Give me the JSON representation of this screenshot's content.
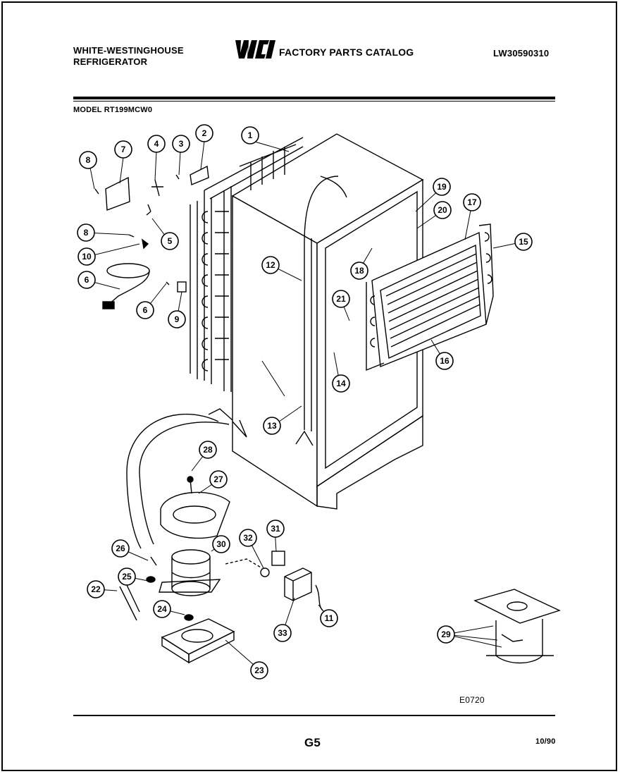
{
  "header": {
    "brand_line1": "WHITE-WESTINGHOUSE",
    "brand_line2": "REFRIGERATOR",
    "catalog_title": "FACTORY PARTS CATALOG",
    "logo_text": "WCI",
    "document_number": "LW30590310"
  },
  "model_label": "MODEL RT199MCW0",
  "callouts": [
    "1",
    "2",
    "3",
    "4",
    "5",
    "6",
    "6",
    "7",
    "8",
    "8",
    "9",
    "10",
    "11",
    "12",
    "13",
    "14",
    "15",
    "16",
    "17",
    "18",
    "19",
    "20",
    "21",
    "22",
    "23",
    "24",
    "25",
    "26",
    "27",
    "28",
    "29",
    "30",
    "31",
    "32",
    "33"
  ],
  "footer": {
    "figure_ref": "E0720",
    "page_number": "G5",
    "date": "10/90"
  },
  "colors": {
    "ink": "#000000",
    "paper": "#ffffff"
  }
}
